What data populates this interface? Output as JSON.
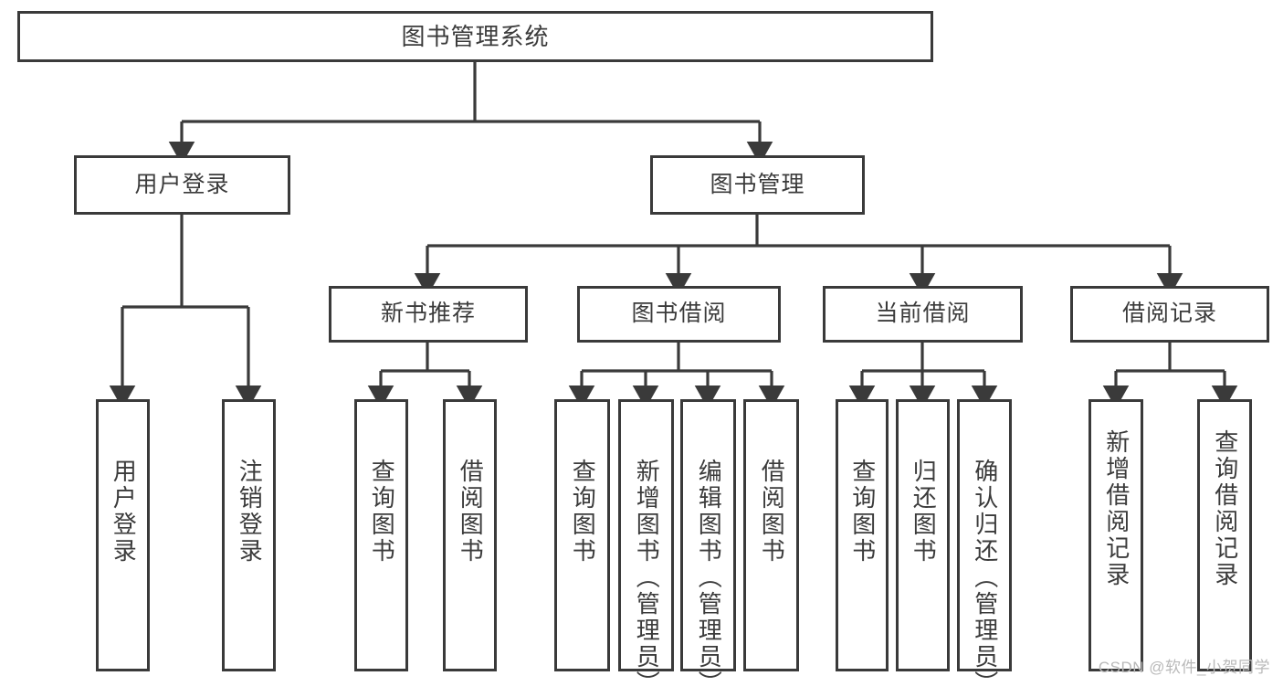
{
  "diagram": {
    "title": "图书管理系统",
    "type": "tree",
    "watermark": "CSDN @软件_小贺同学",
    "colors": {
      "box_border": "#3a3a3a",
      "box_fill": "#ffffff",
      "text": "#3b3b3b",
      "connector": "#3a3a3a",
      "watermark": "#b9b9b9",
      "background": "#ffffff"
    }
  },
  "root": {
    "label": "图书管理系统"
  },
  "level2": [
    {
      "label": "用户登录"
    },
    {
      "label": "图书管理"
    }
  ],
  "level3": [
    {
      "label": "新书推荐"
    },
    {
      "label": "图书借阅"
    },
    {
      "label": "当前借阅"
    },
    {
      "label": "借阅记录"
    }
  ],
  "leaves": {
    "user_login": [
      {
        "label": "用户登录"
      },
      {
        "label": "注销登录"
      }
    ],
    "new_book": [
      {
        "label": "查询图书"
      },
      {
        "label": "借阅图书"
      }
    ],
    "book_borrow": [
      {
        "label": "查询图书"
      },
      {
        "label": "新增图书（管理员）"
      },
      {
        "label": "编辑图书（管理员）"
      },
      {
        "label": "借阅图书"
      }
    ],
    "current_borrow": [
      {
        "label": "查询图书"
      },
      {
        "label": "归还图书"
      },
      {
        "label": "确认归还（管理员）"
      }
    ],
    "borrow_record": [
      {
        "label": "新增借阅记录"
      },
      {
        "label": "查询借阅记录"
      }
    ]
  }
}
